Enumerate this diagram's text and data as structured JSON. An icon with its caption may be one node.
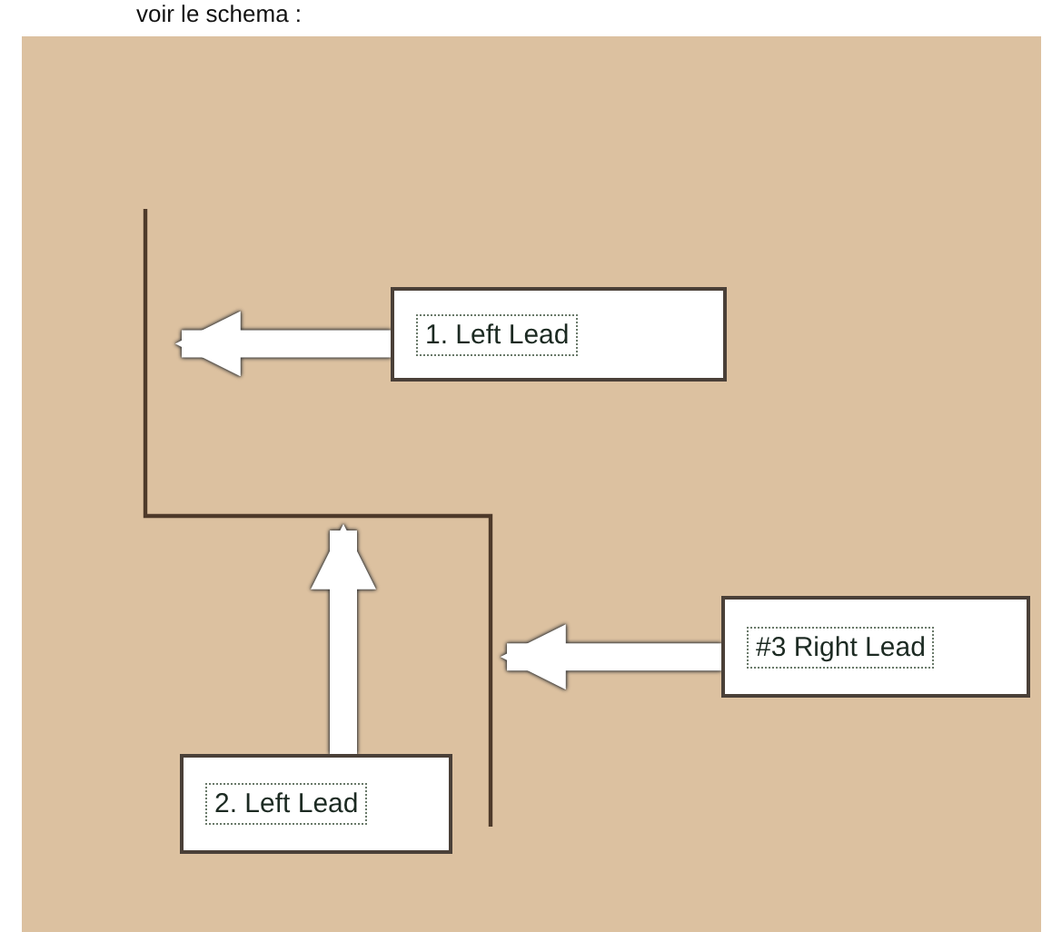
{
  "diagram": {
    "title": "voir le schema :",
    "nodes": [
      {
        "text": [
          "1. Left Lead"
        ]
      },
      {
        "text": [
          "#3 Right Lead"
        ]
      },
      {
        "text": [
          "2. Left Lead"
        ]
      },
      {
        "text": [],
        "shape": "line"
      }
    ],
    "edges": [
      {
        "from": 0,
        "to": 3,
        "arrow": "to"
      },
      {
        "from": 2,
        "to": 3,
        "arrow": "to"
      },
      {
        "from": 1,
        "to": 3,
        "arrow": "to"
      }
    ]
  }
}
